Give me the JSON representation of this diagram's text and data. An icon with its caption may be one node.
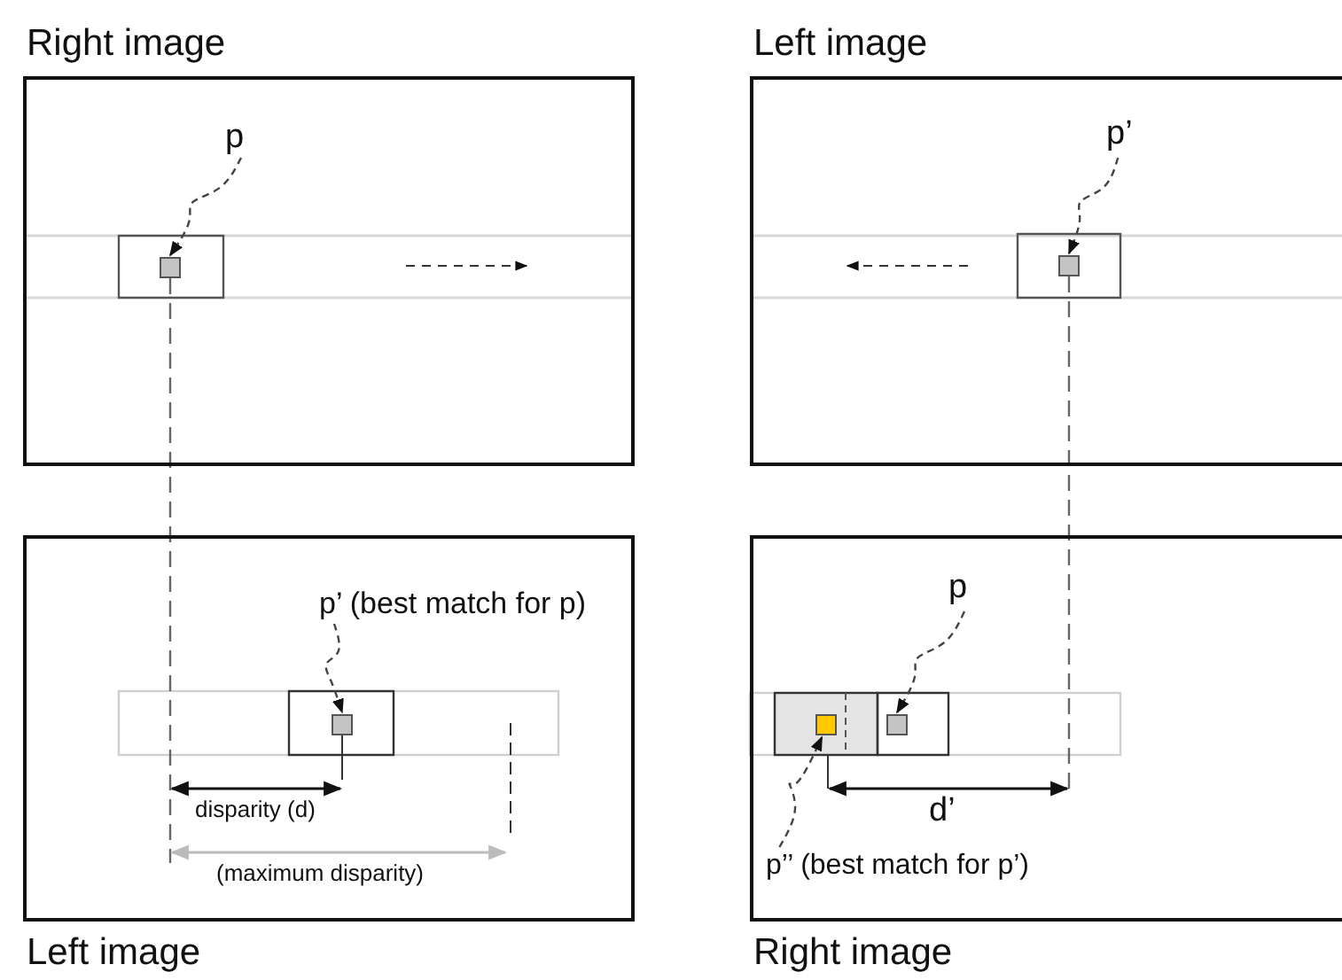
{
  "diagram": {
    "nodes": [
      {
        "text": [
          "Right image"
        ]
      },
      {
        "text": [
          "p"
        ],
        "in": 0
      },
      {
        "text": [],
        "shape": "box",
        "in": 0
      },
      {
        "text": [
          "Left image"
        ]
      },
      {
        "text": [
          "p’ (best match for p)"
        ],
        "in": 3
      },
      {
        "text": [],
        "shape": "box",
        "in": 3
      },
      {
        "text": [
          "Left image"
        ]
      },
      {
        "text": [
          "p’"
        ],
        "in": 6
      },
      {
        "text": [],
        "shape": "box",
        "in": 6
      },
      {
        "text": [
          "Right image"
        ]
      },
      {
        "text": [
          "p"
        ],
        "in": 9
      },
      {
        "text": [],
        "shape": "box",
        "in": 9
      },
      {
        "text": [],
        "shape": "box",
        "in": 9
      },
      {
        "text": [
          "p’’ (best match for p’)"
        ],
        "in": 9
      }
    ],
    "edges": [
      {
        "from": 1,
        "to": 2,
        "arrow": "to",
        "style": "dashed"
      },
      {
        "from": 4,
        "to": 5,
        "arrow": "to",
        "style": "dashed"
      },
      {
        "from": 7,
        "to": 8,
        "arrow": "to",
        "style": "dashed"
      },
      {
        "from": 10,
        "to": 12,
        "arrow": "to",
        "style": "dashed"
      },
      {
        "from": 13,
        "to": 11,
        "arrow": "to",
        "style": "dashed"
      }
    ],
    "labels": [
      "disparity (d)",
      "(maximum disparity)",
      "d’"
    ]
  }
}
